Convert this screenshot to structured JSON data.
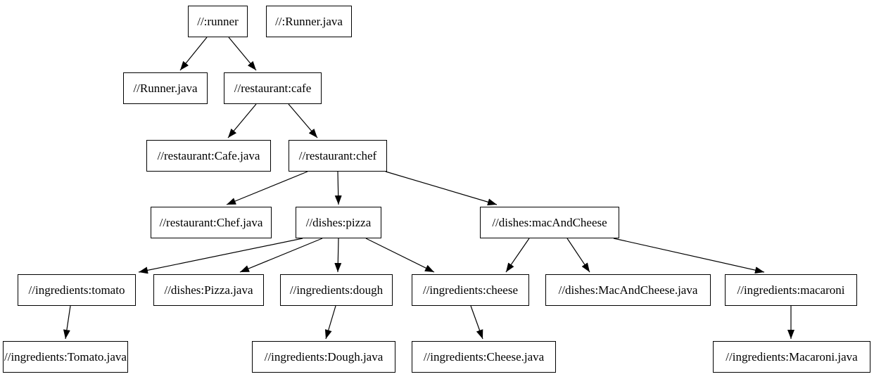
{
  "diagram": {
    "type": "dependency-graph",
    "colors": {
      "background": "#ffffff",
      "node_fill": "#ffffff",
      "node_border": "#000000",
      "edge": "#000000",
      "text": "#000000"
    },
    "nodes": [
      {
        "id": "runner",
        "label": "//:runner"
      },
      {
        "id": "runnerjavatop",
        "label": "//:Runner.java"
      },
      {
        "id": "runnerjava",
        "label": "//Runner.java"
      },
      {
        "id": "cafe",
        "label": "//restaurant:cafe"
      },
      {
        "id": "cafejava",
        "label": "//restaurant:Cafe.java"
      },
      {
        "id": "chef",
        "label": "//restaurant:chef"
      },
      {
        "id": "chefjava",
        "label": "//restaurant:Chef.java"
      },
      {
        "id": "pizza",
        "label": "//dishes:pizza"
      },
      {
        "id": "mac",
        "label": "//dishes:macAndCheese"
      },
      {
        "id": "tomato",
        "label": "//ingredients:tomato"
      },
      {
        "id": "pizzajava",
        "label": "//dishes:Pizza.java"
      },
      {
        "id": "dough",
        "label": "//ingredients:dough"
      },
      {
        "id": "cheese",
        "label": "//ingredients:cheese"
      },
      {
        "id": "macjava",
        "label": "//dishes:MacAndCheese.java"
      },
      {
        "id": "macaroni",
        "label": "//ingredients:macaroni"
      },
      {
        "id": "tomatojava",
        "label": "//ingredients:Tomato.java"
      },
      {
        "id": "doughjava",
        "label": "//ingredients:Dough.java"
      },
      {
        "id": "cheesejava",
        "label": "//ingredients:Cheese.java"
      },
      {
        "id": "macaronijava",
        "label": "//ingredients:Macaroni.java"
      }
    ],
    "edges": [
      {
        "from": "runner",
        "to": "runnerjava"
      },
      {
        "from": "runner",
        "to": "cafe"
      },
      {
        "from": "cafe",
        "to": "cafejava"
      },
      {
        "from": "cafe",
        "to": "chef"
      },
      {
        "from": "chef",
        "to": "chefjava"
      },
      {
        "from": "chef",
        "to": "pizza"
      },
      {
        "from": "chef",
        "to": "mac"
      },
      {
        "from": "pizza",
        "to": "tomato"
      },
      {
        "from": "pizza",
        "to": "pizzajava"
      },
      {
        "from": "pizza",
        "to": "dough"
      },
      {
        "from": "pizza",
        "to": "cheese"
      },
      {
        "from": "mac",
        "to": "cheese"
      },
      {
        "from": "mac",
        "to": "macjava"
      },
      {
        "from": "mac",
        "to": "macaroni"
      },
      {
        "from": "tomato",
        "to": "tomatojava"
      },
      {
        "from": "dough",
        "to": "doughjava"
      },
      {
        "from": "cheese",
        "to": "cheesejava"
      },
      {
        "from": "macaroni",
        "to": "macaronijava"
      }
    ]
  }
}
